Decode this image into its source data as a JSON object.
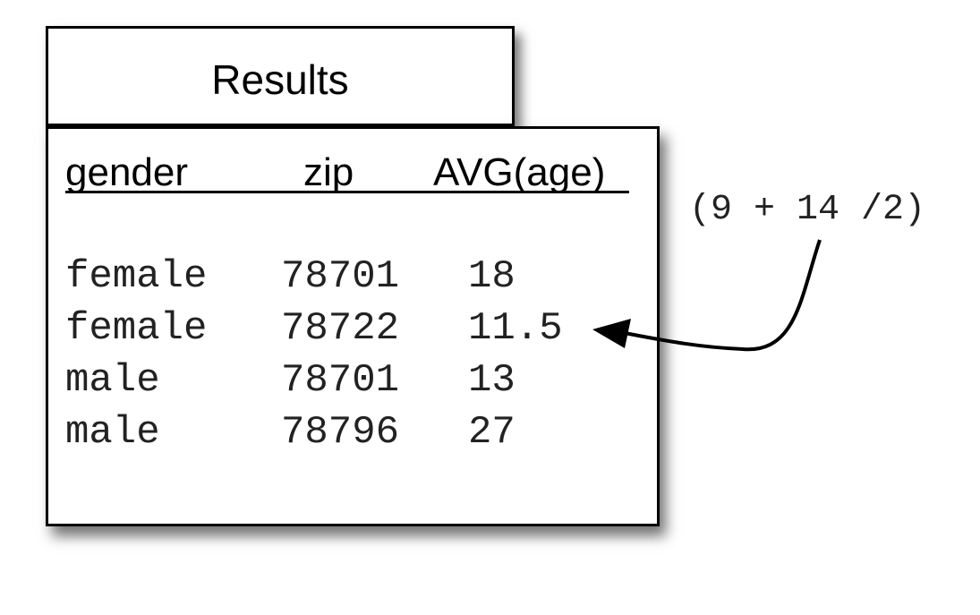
{
  "title": "Results",
  "columns": [
    "gender",
    "zip",
    "AVG(age)"
  ],
  "rows": [
    [
      "female",
      "78701",
      "18"
    ],
    [
      "female",
      "78722",
      "11.5"
    ],
    [
      "male",
      "78701",
      "13"
    ],
    [
      "male",
      "78796",
      "27"
    ]
  ],
  "annotation": "(9 + 14 /2)"
}
